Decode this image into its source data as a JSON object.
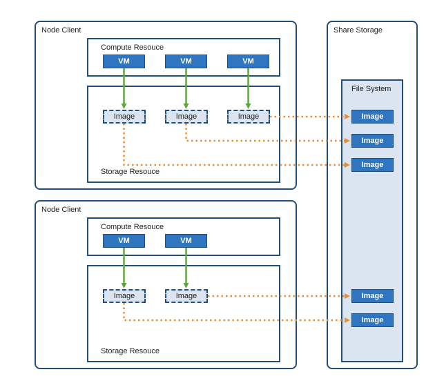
{
  "colors": {
    "border": "#1f4e79",
    "vm_fill": "#2f75c0",
    "image_fill": "#dbe4f1",
    "compute_arrow": "#5fa63e",
    "storage_arrow": "#e58e34"
  },
  "node_client_1": {
    "title": "Node Client",
    "compute_label": "Compute Resouce",
    "storage_label": "Storage Resouce",
    "vms": [
      "VM",
      "VM",
      "VM"
    ],
    "images": [
      "Image",
      "Image",
      "Image"
    ]
  },
  "node_client_2": {
    "title": "Node Client",
    "compute_label": "Compute Resouce",
    "storage_label": "Storage Resouce",
    "vms": [
      "VM",
      "VM"
    ],
    "images": [
      "Image",
      "Image"
    ]
  },
  "share_storage": {
    "title": "Share Storage",
    "file_system_label": "File System",
    "images": [
      "Image",
      "Image",
      "Image",
      "Image",
      "Image"
    ]
  }
}
